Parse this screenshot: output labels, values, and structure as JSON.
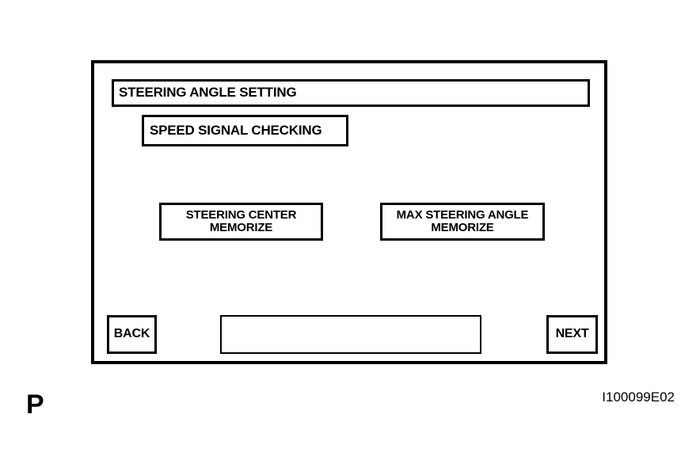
{
  "figure": {
    "page_marker": "P",
    "code": "I100099E02"
  },
  "device_screen": {
    "title_box": {
      "label": "STEERING ANGLE SETTING"
    },
    "status_box": {
      "label": "SPEED SIGNAL CHECKING"
    },
    "action_buttons": [
      {
        "name": "steering-center-memorize",
        "line1": "STEERING CENTER",
        "line2": "MEMORIZE"
      },
      {
        "name": "max-steering-angle-memorize",
        "line1": "MAX STEERING ANGLE",
        "line2": "MEMORIZE"
      }
    ],
    "footer": {
      "back_label": "BACK",
      "next_label": "NEXT",
      "display_value": ""
    }
  },
  "colors": {
    "line": "#000000",
    "background": "#ffffff"
  }
}
